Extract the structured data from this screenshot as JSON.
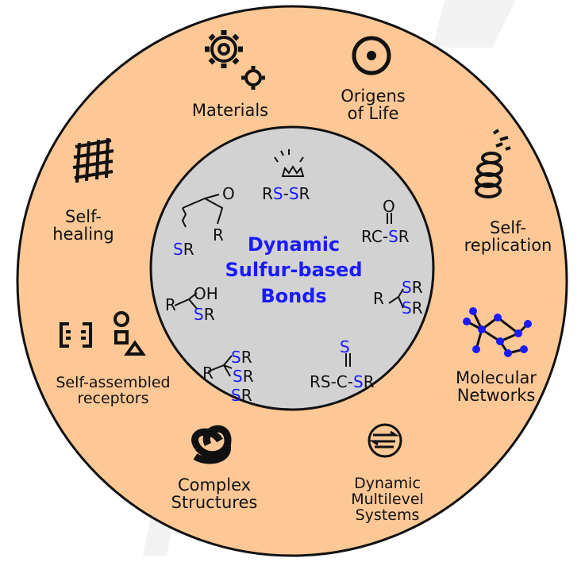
{
  "title": {
    "line1": "Dynamic",
    "line2": "Sulfur-based",
    "line3": "Bonds"
  },
  "applications": [
    {
      "id": "materials",
      "lines": [
        "Materials"
      ]
    },
    {
      "id": "origins",
      "lines": [
        "Origens",
        "of Life"
      ]
    },
    {
      "id": "self-replication",
      "lines": [
        "Self-",
        "replication"
      ]
    },
    {
      "id": "molecular-networks",
      "lines": [
        "Molecular",
        "Networks"
      ]
    },
    {
      "id": "dynamic-multilevel",
      "lines": [
        "Dynamic",
        "Multilevel",
        "Systems"
      ]
    },
    {
      "id": "complex-structures",
      "lines": [
        "Complex",
        "Structures"
      ]
    },
    {
      "id": "self-assembled",
      "lines": [
        "Self-assembled",
        "receptors"
      ]
    },
    {
      "id": "self-healing",
      "lines": [
        "Self-",
        "healing"
      ]
    }
  ],
  "bonds": {
    "disulfide": {
      "r1": "R",
      "s1": "S",
      "dash": "-",
      "s2": "S",
      "r2": "R"
    },
    "thioester": {
      "o": "O",
      "rc": "RC",
      "dash": "-",
      "s": "S",
      "r": "R"
    },
    "dithioacetal": {
      "s1": "S",
      "r1": "R",
      "r": "R",
      "s2": "S",
      "r2": "R"
    },
    "trithiocarbonate": {
      "s_top": "S",
      "rs": "RS",
      "s_mid": "S",
      "c": "-C-",
      "r": "R"
    },
    "orthothioester": {
      "s1": "S",
      "r1": "R",
      "r": "R",
      "s2": "S",
      "r2": "R",
      "s3": "S",
      "r3": "R"
    },
    "hemithioacetal": {
      "oh": "OH",
      "r": "R",
      "s": "S",
      "r2": "R"
    },
    "thia-michael": {
      "o": "O",
      "r": "R",
      "s": "S",
      "r2": "R"
    }
  },
  "colors": {
    "outer_ring": "#fdc895",
    "inner_circle": "#d2d2d2",
    "accent_blue": "#1a1aff",
    "stroke": "#111111"
  }
}
